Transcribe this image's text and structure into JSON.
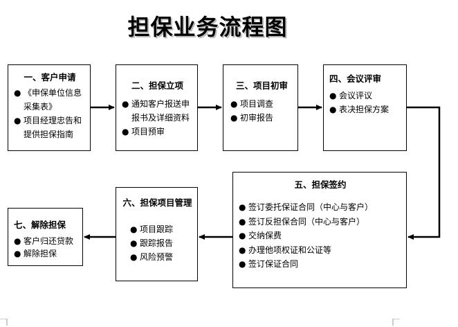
{
  "title": "担保业务流程图",
  "steps": [
    {
      "heading": "一、客户申请",
      "items": [
        {
          "bullet": "●",
          "text": "《申保单位信息采集表》"
        },
        {
          "bullet": "●",
          "text": "项目经理忠告和提供担保指南"
        }
      ]
    },
    {
      "heading": "二、担保立项",
      "items": [
        {
          "bullet": "●",
          "text": "通知客户报送申报书及详细资料"
        },
        {
          "bullet": "●",
          "text": "项目预审"
        }
      ]
    },
    {
      "heading": "三、项目初审",
      "items": [
        {
          "bullet": "●",
          "text": "项目调查"
        },
        {
          "bullet": "●",
          "text": "初审报告"
        }
      ]
    },
    {
      "heading": "四、会议评审",
      "items": [
        {
          "bullet": "●",
          "text": "会议评议"
        },
        {
          "bullet": "●",
          "text": "表决担保方案"
        }
      ]
    },
    {
      "heading": "五、担保签约",
      "items": [
        {
          "bullet": "●",
          "text": "签订委托保证合同（中心与客户）"
        },
        {
          "bullet": "●",
          "text": "签订反担保合同（中心与客户）"
        },
        {
          "bullet": "●",
          "text": "交纳保费"
        },
        {
          "bullet": "●",
          "text": "办理他项权证和公证等"
        },
        {
          "bullet": "●",
          "text": "签订保证合同"
        }
      ]
    },
    {
      "heading": "六、担保项目管理",
      "items": [
        {
          "bullet": "●",
          "text": "项目跟踪"
        },
        {
          "bullet": "●",
          "text": "跟踪报告"
        },
        {
          "bullet": "●",
          "text": "风险预警"
        }
      ]
    },
    {
      "heading": "七、解除担保",
      "items": [
        {
          "bullet": "●",
          "text": "客户归还贷款"
        },
        {
          "bullet": "●",
          "text": "解除担保"
        }
      ]
    }
  ],
  "colors": {
    "border": "#000000",
    "arrow": "#000000",
    "title_shadow": "#bdbdbd"
  }
}
